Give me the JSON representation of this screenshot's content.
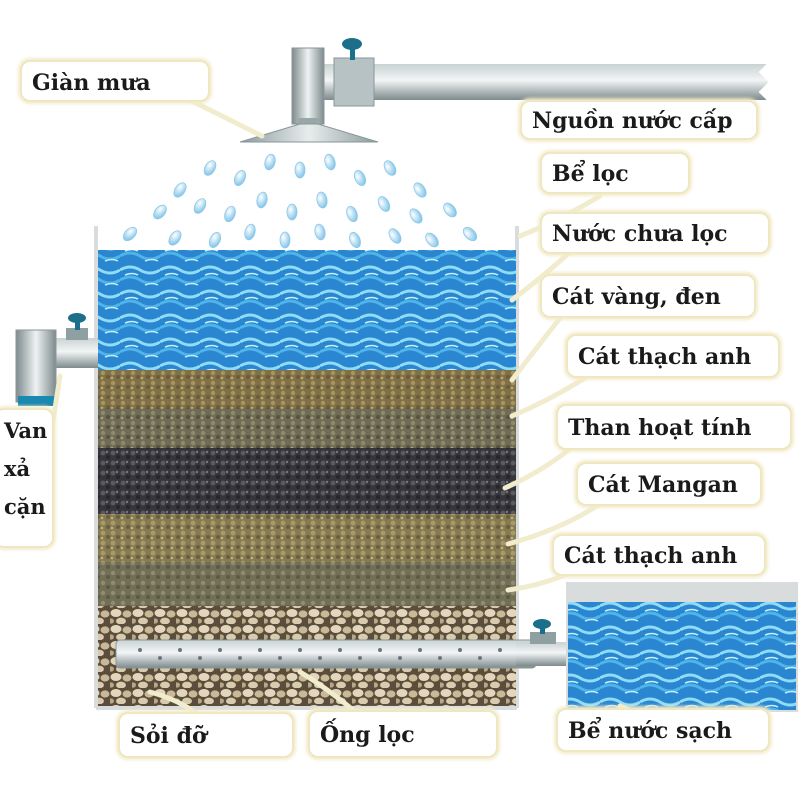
{
  "labels": {
    "gian_mua": "Giàn mưa",
    "nguon_nuoc_cap": "Nguồn nước cấp",
    "be_loc": "Bể lọc",
    "nuoc_chua_loc": "Nước chưa lọc",
    "cat_vang_den": "Cát vàng, đen",
    "cat_thach_anh_1": "Cát thạch anh",
    "than_hoat_tinh": "Than hoạt tính",
    "cat_mangan": "Cát Mangan",
    "cat_thach_anh_2": "Cát thạch anh",
    "soi_do": "Sỏi đỡ",
    "ong_loc": "Ống lọc",
    "be_nuoc_sach": "Bể nước sạch",
    "van_xa_can_1": "Van",
    "van_xa_can_2": "xả",
    "van_xa_can_3": "cặn"
  },
  "colors": {
    "water": "#2f8fd8",
    "water_light": "#7fd0f2",
    "sand_yellow": "#8a7a4a",
    "sand_dark": "#4a4a4f",
    "charcoal": "#3b3b3f",
    "manganese": "#8b7e55",
    "gravel": "#cfc4a8",
    "pipe": "#9aa7a9",
    "valve": "#1b6f8a",
    "callout_border": "#efe7c0"
  },
  "icons": {
    "valve_top": "valve-icon",
    "valve_left": "valve-icon",
    "valve_right": "valve-icon"
  }
}
